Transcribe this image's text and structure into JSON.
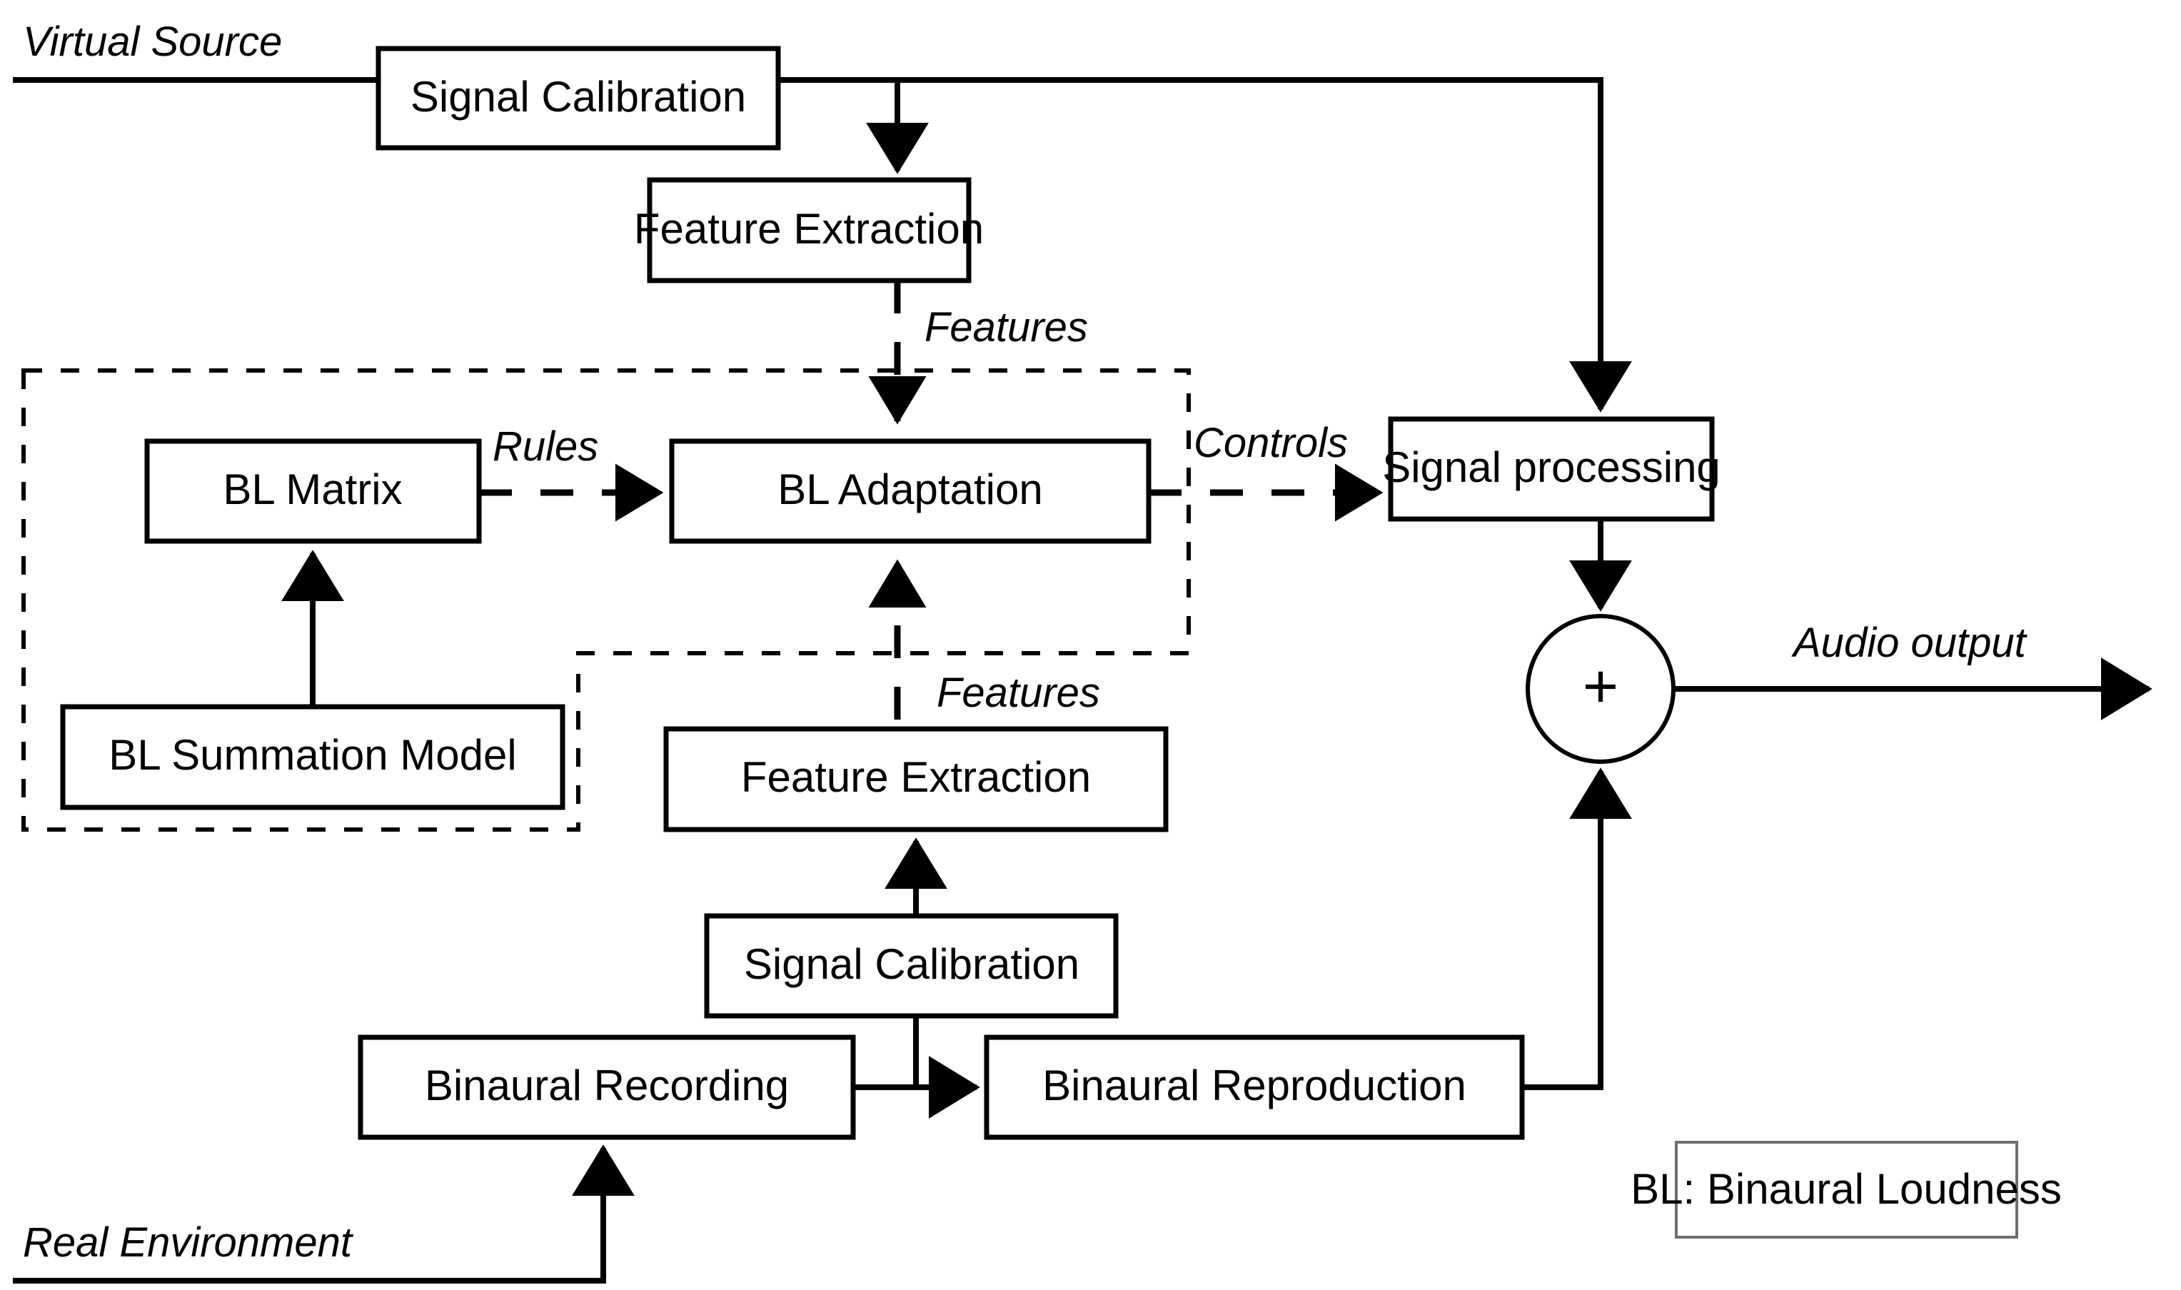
{
  "diagram": {
    "title_note": "Binaural loudness adaptation block diagram",
    "inputs": {
      "virtual_source": "Virtual Source",
      "real_environment": "Real Environment"
    },
    "outputs": {
      "audio_output": "Audio output"
    },
    "blocks": {
      "signal_calibration_top": "Signal Calibration",
      "feature_extraction_top": "Feature Extraction",
      "bl_matrix": "BL Matrix",
      "bl_adaptation": "BL Adaptation",
      "bl_summation_model": "BL Summation Model",
      "signal_processing": "Signal processing",
      "feature_extraction_bottom": "Feature Extraction",
      "signal_calibration_bottom": "Signal Calibration",
      "binaural_recording": "Binaural Recording",
      "binaural_reproduction": "Binaural Reproduction"
    },
    "edge_labels": {
      "features_top": "Features",
      "features_bottom": "Features",
      "rules": "Rules",
      "controls": "Controls"
    },
    "summing_junction": {
      "symbol": "+"
    },
    "legend": {
      "text": "BL: Binaural Loudness"
    },
    "colors": {
      "stroke": "#000000",
      "background": "#ffffff",
      "legend_border": "#6e6e6e"
    }
  }
}
